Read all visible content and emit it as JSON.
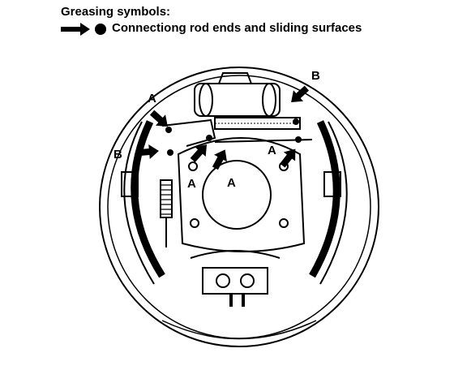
{
  "legend": {
    "title": "Greasing symbols:",
    "description": "Connectiong rod ends and sliding surfaces"
  },
  "callouts": {
    "a": "A",
    "b": "B"
  },
  "colors": {
    "ink": "#000000",
    "paper": "#ffffff"
  }
}
